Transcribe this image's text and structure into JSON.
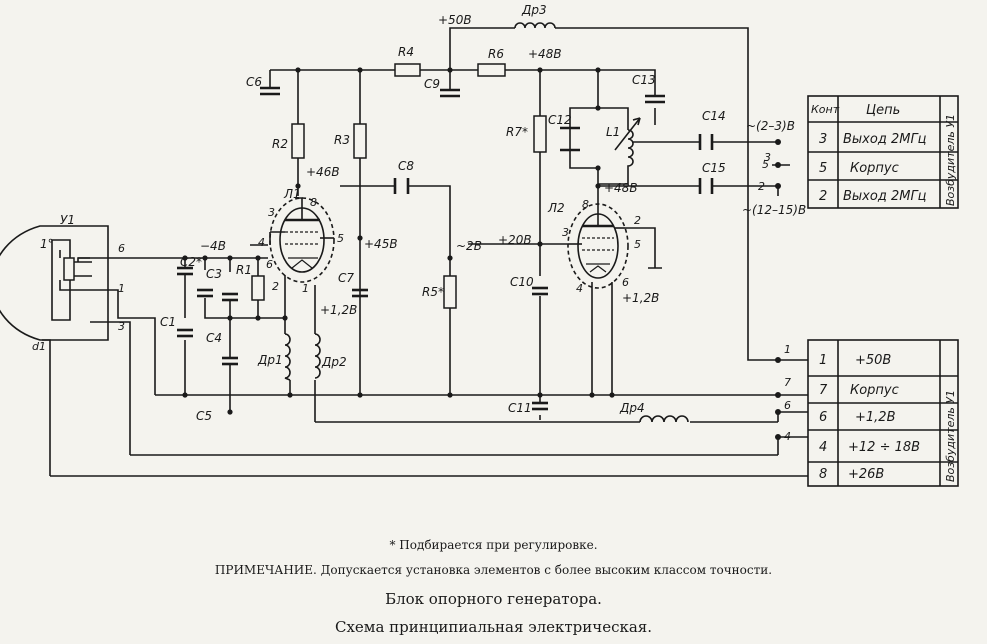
{
  "labels": {
    "U1": "У1",
    "U1_contact": "1°",
    "U1_d": "d1",
    "L1": "Л1",
    "L2": "Л2",
    "R1": "R1",
    "R2": "R2",
    "R3": "R3",
    "R4": "R4",
    "R5": "R5*",
    "R6": "R6",
    "R7": "R7*",
    "C1": "C1",
    "C2": "C2*",
    "C3": "C3",
    "C4": "C4",
    "C5": "C5",
    "C6": "C6",
    "C7": "C7",
    "C8": "C8",
    "C9": "C9",
    "C10": "C10",
    "C11": "C11",
    "C12": "C12",
    "C13": "C13",
    "C14": "C14",
    "C15": "C15",
    "Dr1": "Др1",
    "Dr2": "Др2",
    "Dr3": "Др3",
    "Dr4": "Др4",
    "coil_L1": "L1"
  },
  "voltages": {
    "v50": "+50В",
    "v48a": "+48В",
    "v48b": "+48В",
    "v46": "+46В",
    "v45": "+45В",
    "vneg4": "−4В",
    "vneg2": "~2В",
    "v20": "+20В",
    "v12a": "+1,2В",
    "v12b": "+1,2В",
    "ac_top": "~(2–3)В",
    "ac_bot": "~(12–15)В"
  },
  "pins": {
    "L1": [
      "8",
      "3",
      "4",
      "5",
      "6",
      "2",
      "1"
    ],
    "L2": [
      "8",
      "3",
      "2",
      "5",
      "4",
      "6"
    ],
    "U1": [
      "6",
      "1",
      "3"
    ]
  },
  "terminal_top": {
    "header_contact": "Конт",
    "header_circuit": "Цепь",
    "side": "Возбудитель У1",
    "rows": [
      {
        "contact": "3",
        "circuit": "Выход 2МГц"
      },
      {
        "contact": "5",
        "circuit": "Корпус"
      },
      {
        "contact": "2",
        "circuit": "Выход 2МГц"
      }
    ],
    "wire_labels": [
      "3",
      "5",
      "2"
    ]
  },
  "terminal_bottom": {
    "side": "Возбудитель У1",
    "rows": [
      {
        "contact": "1",
        "circuit": "+50В"
      },
      {
        "contact": "7",
        "circuit": "Корпус"
      },
      {
        "contact": "6",
        "circuit": "+1,2В"
      },
      {
        "contact": "4",
        "circuit": "+12 ÷ 18В"
      },
      {
        "contact": "8",
        "circuit": "+26В"
      }
    ],
    "wire_labels": [
      "1",
      "7",
      "6",
      "4"
    ]
  },
  "captions": {
    "footnote": "* Подбирается при регулировке.",
    "note": "ПРИМЕЧАНИЕ. Допускается установка элементов с более высоким классом точности.",
    "block_title": "Блок опорного генератора.",
    "scheme_title": "Схема принципиальная электрическая."
  }
}
